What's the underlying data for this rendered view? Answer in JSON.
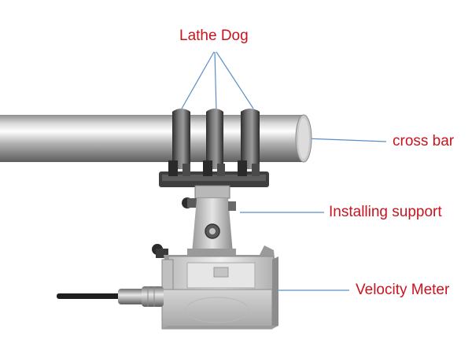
{
  "labels": {
    "lathe_dog": "Lathe Dog",
    "cross_bar": "cross bar",
    "installing_support": "Installing support",
    "velocity_meter": "Velocity Meter"
  },
  "colors": {
    "label_text": "#c8141e",
    "leader_line": "#5a8ec8"
  }
}
